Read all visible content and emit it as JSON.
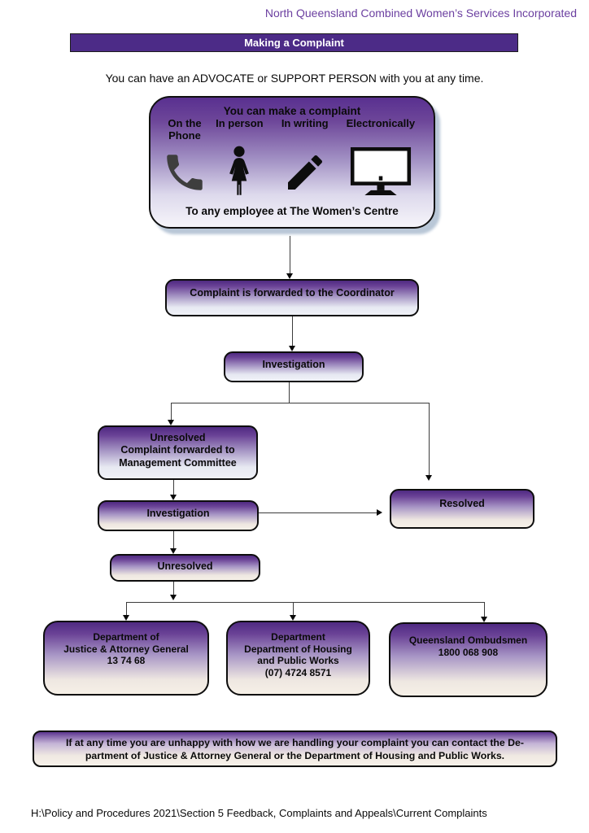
{
  "page": {
    "org_name": "North Queensland Combined Women’s Services Incorporated",
    "banner_title": "Making a Complaint",
    "intro": "You can have an ADVOCATE or SUPPORT PERSON with you at any time.",
    "footer_path": "H:\\Policy and Procedures 2021\\Section 5 Feedback, Complaints and Appeals\\Current Complaints"
  },
  "complaint_box": {
    "title": "You can make a complaint",
    "methods": [
      {
        "label": "On the Phone",
        "icon": "phone-icon"
      },
      {
        "label": "In person",
        "icon": "person-icon"
      },
      {
        "label": "In writing",
        "icon": "pencil-icon"
      },
      {
        "label": "Electronically",
        "icon": "monitor-icon"
      }
    ],
    "footer": "To any employee at The Women’s Centre"
  },
  "flow": {
    "coordinator": "Complaint is forwarded to the Coordinator",
    "investigation_1": "Investigation",
    "committee": {
      "line1": "Unresolved",
      "line2": "Complaint forwarded to",
      "line3": "Management Committee"
    },
    "investigation_2": "Investigation",
    "resolved": "Resolved",
    "unresolved": "Unresolved",
    "dept_justice": {
      "line1": "Department of",
      "line2": "Justice & Attorney General",
      "line3": "13 74 68"
    },
    "dept_housing": {
      "line1": "Department",
      "line2": "Department of Housing",
      "line3": "and Public Works",
      "line4": "(07) 4724 8571"
    },
    "ombudsman": {
      "line1": "Queensland Ombudsmen",
      "line2": "1800 068 908"
    }
  },
  "notice": {
    "line1": "If at any time you are unhappy with how we are handling your complaint you can contact the De-",
    "line2": "partment of Justice & Attorney General or the Department of Housing and Public Works."
  },
  "colors": {
    "brand_purple": "#4C2B87",
    "heading_purple": "#6B3FA0",
    "gradient_top_purple": "#593090",
    "gradient_bottom_cool": "#EFF1F7",
    "gradient_bottom_warm": "#F6F0E7",
    "box_shadow_blue": "#B9C7D7"
  }
}
